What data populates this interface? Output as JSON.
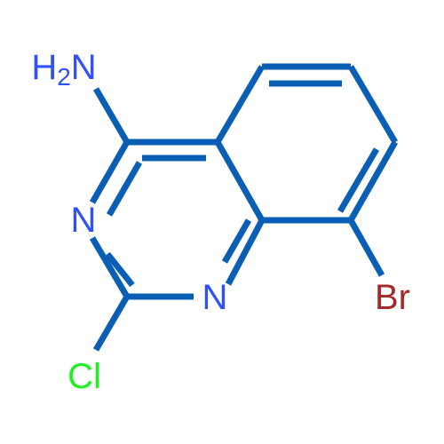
{
  "molecule": {
    "atoms": {
      "amine": {
        "symbol": "H",
        "subscript": "2",
        "tail": "N",
        "color": "#3050F8"
      },
      "n3": {
        "symbol": "N",
        "color": "#3050F8"
      },
      "n1": {
        "symbol": "N",
        "color": "#3050F8"
      },
      "cl": {
        "symbol": "Cl",
        "color": "#1FF01F"
      },
      "br": {
        "symbol": "Br",
        "color": "#A62929"
      }
    },
    "bond_color": "#0a5fb4"
  }
}
